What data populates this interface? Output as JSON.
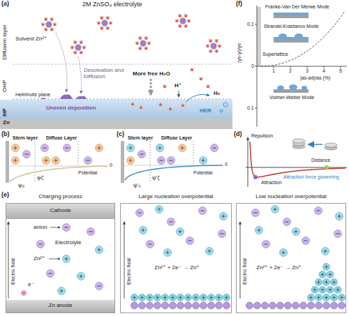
{
  "diagram": {
    "nodes": [
      {
        "text": [
          "IHP"
        ]
      },
      {
        "text": [
          "Zn"
        ]
      },
      {
        "text": [
          "Charging process",
          "Electrolyte"
        ]
      },
      {
        "text": [
          "Cathode"
        ],
        "in": 2
      },
      {
        "text": [
          "Zn anode"
        ],
        "in": 2
      },
      {
        "text": [
          "Large nucleation overpotential",
          "Zn²⁺ + 2e⁻ → Zn⁰"
        ]
      },
      {
        "text": [
          "Low nucleation overpotential",
          "Zn²⁺ + 2e⁻ → Zn⁰"
        ]
      }
    ],
    "labels": [
      "(a)",
      "2M ZnSO₄ electrolyte",
      "Diffusion layer",
      "OHP",
      "Helmholtz plane",
      "Solvent Zn²⁺",
      "Desolvation and Diffusion",
      "Uneven deposition",
      "More free H₂O",
      "H⁺",
      "H₂",
      "HER",
      "(f)",
      "(γs-γi)/γs",
      "0.1",
      "0",
      "0.1",
      "1",
      "2",
      "3",
      "4",
      "5",
      "|as-ad|/as (%)",
      "Franke-Van Der Merwe Mode",
      "Stranski-Krastanov Mode",
      "Superlattice",
      "Volmer-Weber Mode",
      "(b)",
      "Stern layer",
      "Diffuse Layer",
      "0",
      "Potential",
      "ψζ",
      "ψ₀",
      "(c)",
      "Stern layer",
      "Diffuse Layer",
      "0",
      "Potential",
      "ψ'ζ",
      "ψ'₀",
      "(d)",
      "Repulsion",
      "Distance",
      "Attraction",
      "Attraction force governing",
      "(e)",
      "anion",
      "Zn²⁺",
      "e⁻",
      "Electric field",
      "Electric field",
      "Electric field"
    ]
  }
}
